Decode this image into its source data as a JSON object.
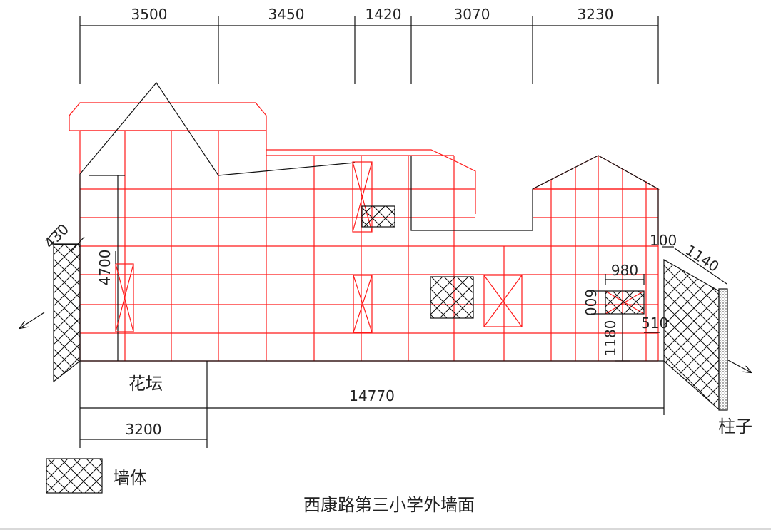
{
  "dimensions": {
    "top": [
      "3500",
      "3450",
      "1420",
      "3070",
      "3230"
    ],
    "total_width": "14770",
    "planter_width": "3200",
    "left_wall_thickness": "430",
    "left_opening_height": "4700",
    "right_gap": "100",
    "right_wall_slope": "1140",
    "right_window_width": "980",
    "right_window_height": "600",
    "right_sill_height": "1180",
    "right_offset": "510"
  },
  "labels": {
    "planter": "花坛",
    "column": "柱子",
    "legend_wall": "墙体",
    "title": "西康路第三小学外墙面"
  },
  "colors": {
    "grid": "#ff1a1a",
    "outline": "#111111"
  }
}
